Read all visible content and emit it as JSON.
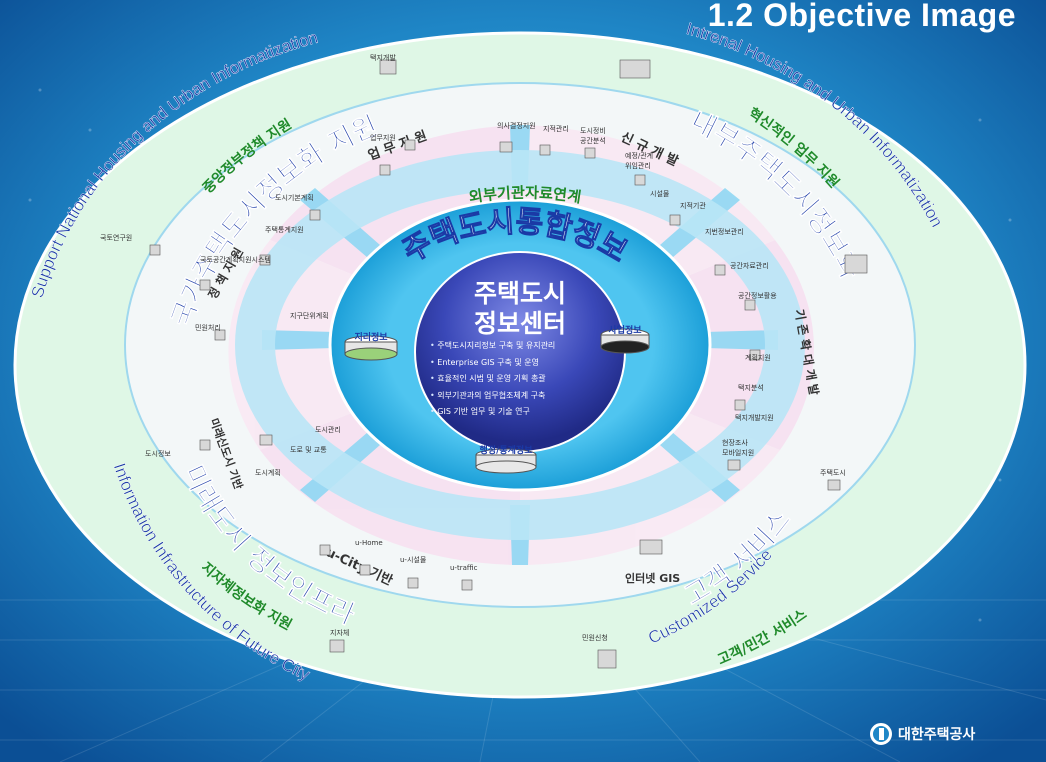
{
  "title": "1.2 Objective Image",
  "center": {
    "name_line1": "주택도시",
    "name_line2": "정보센터",
    "bullets": [
      "주택도시지리정보 구축 및 유지관리",
      "Enterprise GIS 구축 및 운영",
      "효율적인 시범 및 운영 기획 총괄",
      "외부기관과의 업무협조체계 구축",
      "GIS 기반 업무 및 기술 연구"
    ],
    "db_left": "지리정보",
    "db_right": "사업정보",
    "db_bottom": "행정/통계정보"
  },
  "inner_ring": {
    "title": "주택도시통합정보",
    "link_label": "외부기관자료연계"
  },
  "quadrants": {
    "top_left_ko": "국가주택도시정보화 지원",
    "top_left_en": "Support National Housing and Urban Informatization",
    "top_left_outer": "중앙정부정책 지원",
    "top_left_sub": "업 무 지 원",
    "top_left_sub2": "정 책 지 원",
    "top_right_ko": "내부주택도시정보화",
    "top_right_en": "Intrenal Housing and Urban Informatization",
    "top_right_outer": "혁신적인 업무 지원",
    "top_right_sub": "신 규 개 발",
    "top_right_sub2": "기 존 확 대 개 발",
    "bottom_left_ko": "미래도시 정보인프라",
    "bottom_left_en": "Information Infrastructure of Future City",
    "bottom_left_outer": "지자체정보화 지원",
    "bottom_left_sub": "미래신도시 기반",
    "bottom_left_sub2": "u-City 기반",
    "bottom_right_ko": "고객 서비스",
    "bottom_right_en": "Customized Service",
    "bottom_right_outer": "고객/민간 서비스",
    "bottom_right_sub": "인터넷 GIS"
  },
  "items": {
    "tl": [
      "국토연구원",
      "국토공간계획지원시스템",
      "택지개발",
      "업무지원",
      "도시기본계획",
      "주택통계지원",
      "민원처리",
      "지구단위계획"
    ],
    "tr": [
      "의사결정지원",
      "지적관리",
      "도시정비",
      "공간분석",
      "예정/관계",
      "위임관리",
      "시설물",
      "지적기관",
      "지번정보관리",
      "공간자료관리",
      "공간정보활용",
      "계획지원",
      "택지분석",
      "택지개발지원",
      "현장조사",
      "모바일지원"
    ],
    "bl": [
      "도시계획",
      "도시관리",
      "도로 및 교통",
      "u-Home",
      "u-시설물",
      "u-traffic",
      "지자체",
      "도시정보"
    ],
    "br": [
      "주택도시",
      "민원신청",
      "인터넷 GIS"
    ]
  },
  "logo_text": "대한주택공사",
  "colors": {
    "background": "#1f86c6",
    "outer_ring": "#dff7e6",
    "middle_ring_pink": "#f7dff0",
    "middle_ring_blue": "#b9e6f6",
    "inner_ring": "#32b4e6",
    "core": "#3a48b8",
    "label_blue": "#1a3aa6",
    "label_green": "#1f8a2a"
  }
}
